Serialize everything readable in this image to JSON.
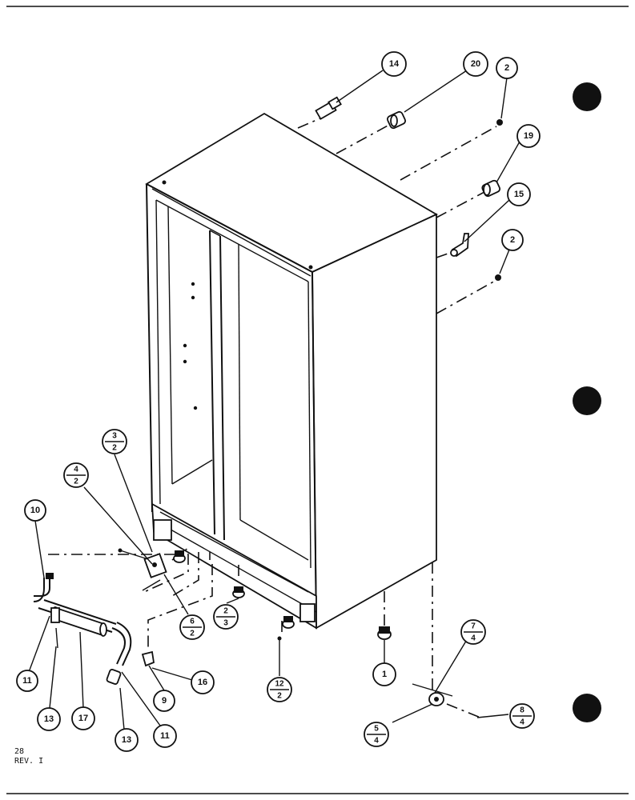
{
  "callouts": [
    {
      "id": "c14",
      "label": "14"
    },
    {
      "id": "c20",
      "label": "20"
    },
    {
      "id": "c2a",
      "label": "2"
    },
    {
      "id": "c19",
      "label": "19"
    },
    {
      "id": "c15",
      "label": "15"
    },
    {
      "id": "c2b",
      "label": "2"
    },
    {
      "id": "c10",
      "label": "10"
    },
    {
      "id": "c11a",
      "label": "11"
    },
    {
      "id": "c13a",
      "label": "13"
    },
    {
      "id": "c17",
      "label": "17"
    },
    {
      "id": "c13b",
      "label": "13"
    },
    {
      "id": "c11b",
      "label": "11"
    },
    {
      "id": "c9",
      "label": "9"
    },
    {
      "id": "c16",
      "label": "16"
    },
    {
      "id": "c1",
      "label": "1"
    }
  ],
  "fraction_callouts": [
    {
      "id": "f3-2",
      "top": "3",
      "bottom": "2"
    },
    {
      "id": "f4-2",
      "top": "4",
      "bottom": "2"
    },
    {
      "id": "f6-2",
      "top": "6",
      "bottom": "2"
    },
    {
      "id": "f2-3",
      "top": "2",
      "bottom": "3"
    },
    {
      "id": "f12-2",
      "top": "12",
      "bottom": "2"
    },
    {
      "id": "f7-4",
      "top": "7",
      "bottom": "4"
    },
    {
      "id": "f5-4",
      "top": "5",
      "bottom": "4"
    },
    {
      "id": "f8-4",
      "top": "8",
      "bottom": "4"
    }
  ],
  "page_number": "28",
  "revision": "REV. I"
}
